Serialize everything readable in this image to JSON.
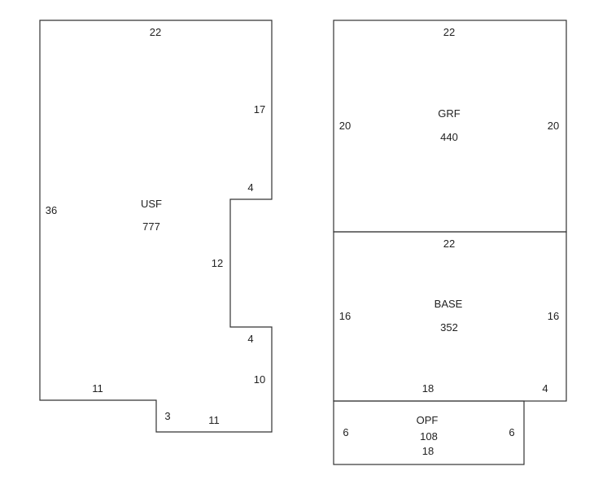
{
  "colors": {
    "line": "#333333",
    "text": "#222222",
    "background": "#ffffff"
  },
  "areas": [
    {
      "name": "USF",
      "area": "777",
      "dims": {
        "top": "22",
        "left": "36",
        "right_upper": "17",
        "notch_top": "4",
        "notch_side": "12",
        "notch_bottom": "4",
        "right_lower": "10",
        "bottom_left": "11",
        "step": "3",
        "bottom_right": "11"
      }
    },
    {
      "name": "GRF",
      "area": "440",
      "dims": {
        "top": "22",
        "left": "20",
        "right": "20"
      }
    },
    {
      "name": "BASE",
      "area": "352",
      "dims": {
        "top": "22",
        "left": "16",
        "right": "16",
        "bottom": "18",
        "bottom_right": "4"
      }
    },
    {
      "name": "OPF",
      "area": "108",
      "dims": {
        "bottom": "18",
        "left": "6",
        "right": "6"
      }
    }
  ]
}
